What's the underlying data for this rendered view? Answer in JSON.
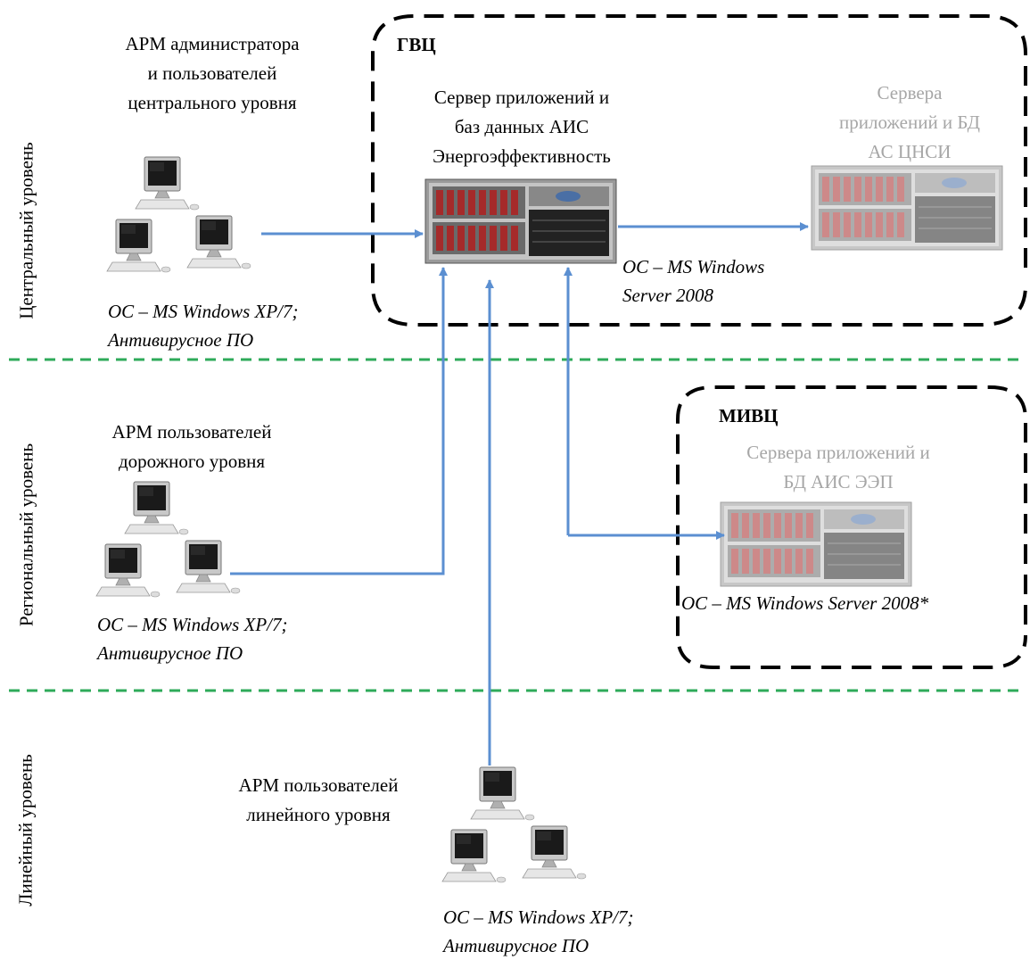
{
  "levels": {
    "central": "Центральный уровень",
    "regional": "Региональный уровень",
    "linear": "Линейный уровень"
  },
  "central_workstations": {
    "label_lines": [
      "АРМ администратора",
      "и пользователей",
      "центрального уровня"
    ],
    "os_lines": [
      "ОС – MS Windows XP/7;",
      "Антивирусное ПО"
    ]
  },
  "gvc": {
    "title": "ГВЦ",
    "server_label_lines": [
      "Сервер приложений и",
      "баз данных АИС",
      "Энергоэффективность"
    ],
    "os_lines": [
      "ОС – MS Windows",
      "Server 2008"
    ]
  },
  "ascnsi": {
    "label_lines": [
      "Сервера",
      "приложений и БД",
      "АС ЦНСИ"
    ]
  },
  "regional_workstations": {
    "label_lines": [
      "АРМ пользователей",
      "дорожного уровня"
    ],
    "os_lines": [
      "ОС – MS Windows XP/7;",
      "Антивирусное ПО"
    ]
  },
  "mivc": {
    "title": "МИВЦ",
    "server_label_lines": [
      "Сервера приложений и",
      "БД АИС ЭЭП"
    ],
    "os_line": "ОС – MS Windows Server 2008*"
  },
  "linear_workstations": {
    "label_lines": [
      "АРМ пользователей",
      "линейного уровня"
    ],
    "os_lines": [
      "ОС – MS Windows XP/7;",
      "Антивирусное ПО"
    ]
  },
  "colors": {
    "arrow": "#5b8fd1",
    "level_divider": "#2eaa5a",
    "dashed_box": "#000000",
    "dimmed_text": "#a6a6a6"
  },
  "icons": {
    "workstation_group": "computer-group-icon",
    "server": "rack-server-icon"
  }
}
